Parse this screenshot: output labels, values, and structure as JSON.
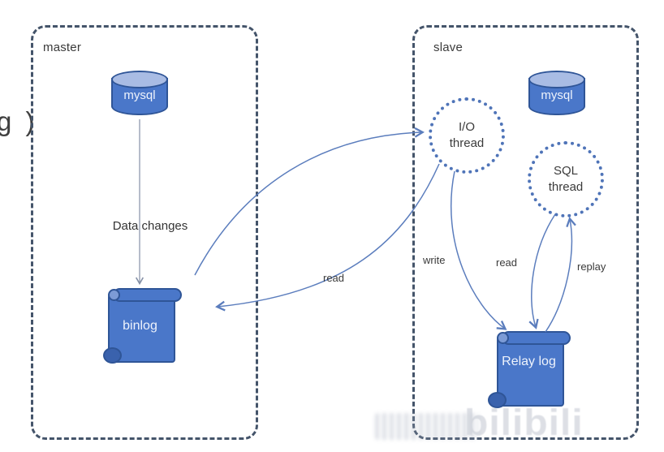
{
  "diagram": {
    "left_partial_text": "g )",
    "master": {
      "title": "master",
      "mysql": "mysql",
      "data_changes": "Data changes",
      "binlog": "binlog"
    },
    "slave": {
      "title": "slave",
      "mysql": "mysql",
      "io_thread": "I/O thread",
      "sql_thread": "SQL thread",
      "relay_log": "Relay log",
      "write": "write",
      "read": "read",
      "replay": "replay"
    },
    "link": {
      "read": "read"
    }
  },
  "watermark": {
    "brand": "bilibili"
  },
  "colors": {
    "shape_fill": "#4a77c9",
    "shape_border": "#2f5597",
    "cylinder_top": "#a9bce4",
    "box_border": "#44546a",
    "arrow_blue": "#5b7dbd",
    "arrow_gray": "#8590a6",
    "text_dark": "#3a3a3a"
  }
}
